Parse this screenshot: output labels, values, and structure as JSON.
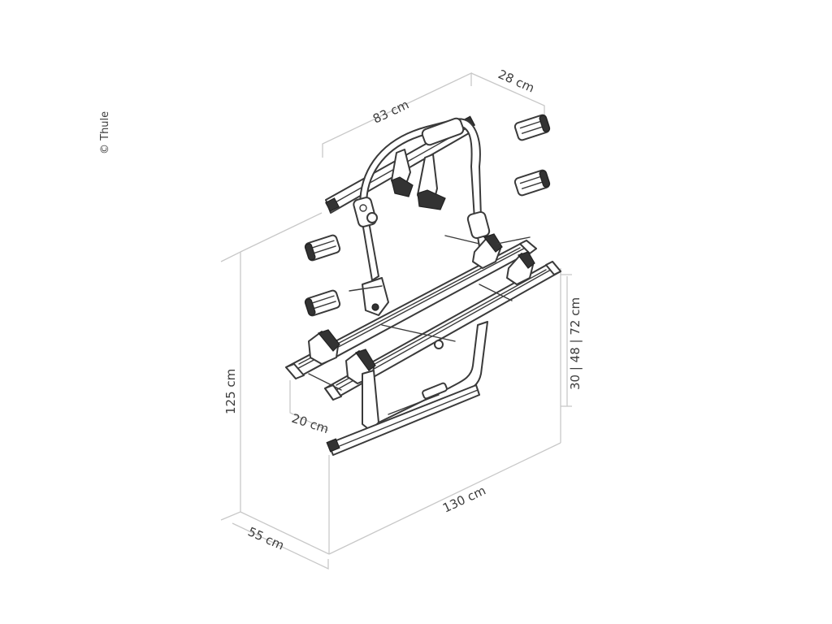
{
  "copyright": "© Thule",
  "dimensions": {
    "width_top": "83 cm",
    "depth_top": "28 cm",
    "height": "125 cm",
    "rail_height": "30 | 48 | 72 cm",
    "rail_spacing": "20 cm",
    "width_bottom": "130 cm",
    "depth_bottom": "55 cm"
  }
}
